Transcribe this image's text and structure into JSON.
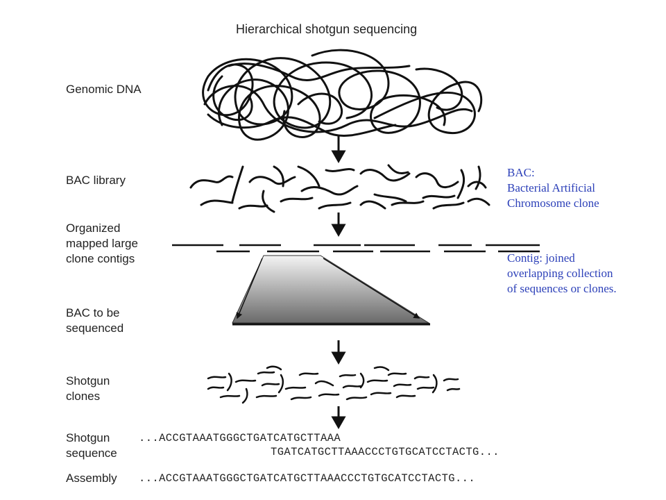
{
  "title": "Hierarchical shotgun sequencing",
  "stages": {
    "genomic_dna": "Genomic DNA",
    "bac_library": "BAC library",
    "contigs": [
      "Organized",
      "mapped large",
      "clone contigs"
    ],
    "bac_to_sequence": [
      "BAC to be",
      "sequenced"
    ],
    "shotgun_clones": [
      "Shotgun",
      "clones"
    ],
    "shotgun_sequence": [
      "Shotgun",
      "sequence"
    ],
    "assembly": "Assembly"
  },
  "sequences": {
    "read1": "...ACCGTAAATGGGCTGATCATGCTTAAA",
    "read2": "TGATCATGCTTAAACCCTGTGCATCCTACTG...",
    "assembly": "...ACCGTAAATGGGCTGATCATGCTTAAACCCTGTGCATCCTACTG..."
  },
  "notes": {
    "bac": [
      "BAC:",
      "Bacterial Artificial",
      "Chromosome clone"
    ],
    "contig": [
      "Contig: joined",
      "overlapping collection",
      "of sequences or clones."
    ]
  },
  "colors": {
    "ink": "#111111",
    "note": "#2b3fb8"
  }
}
